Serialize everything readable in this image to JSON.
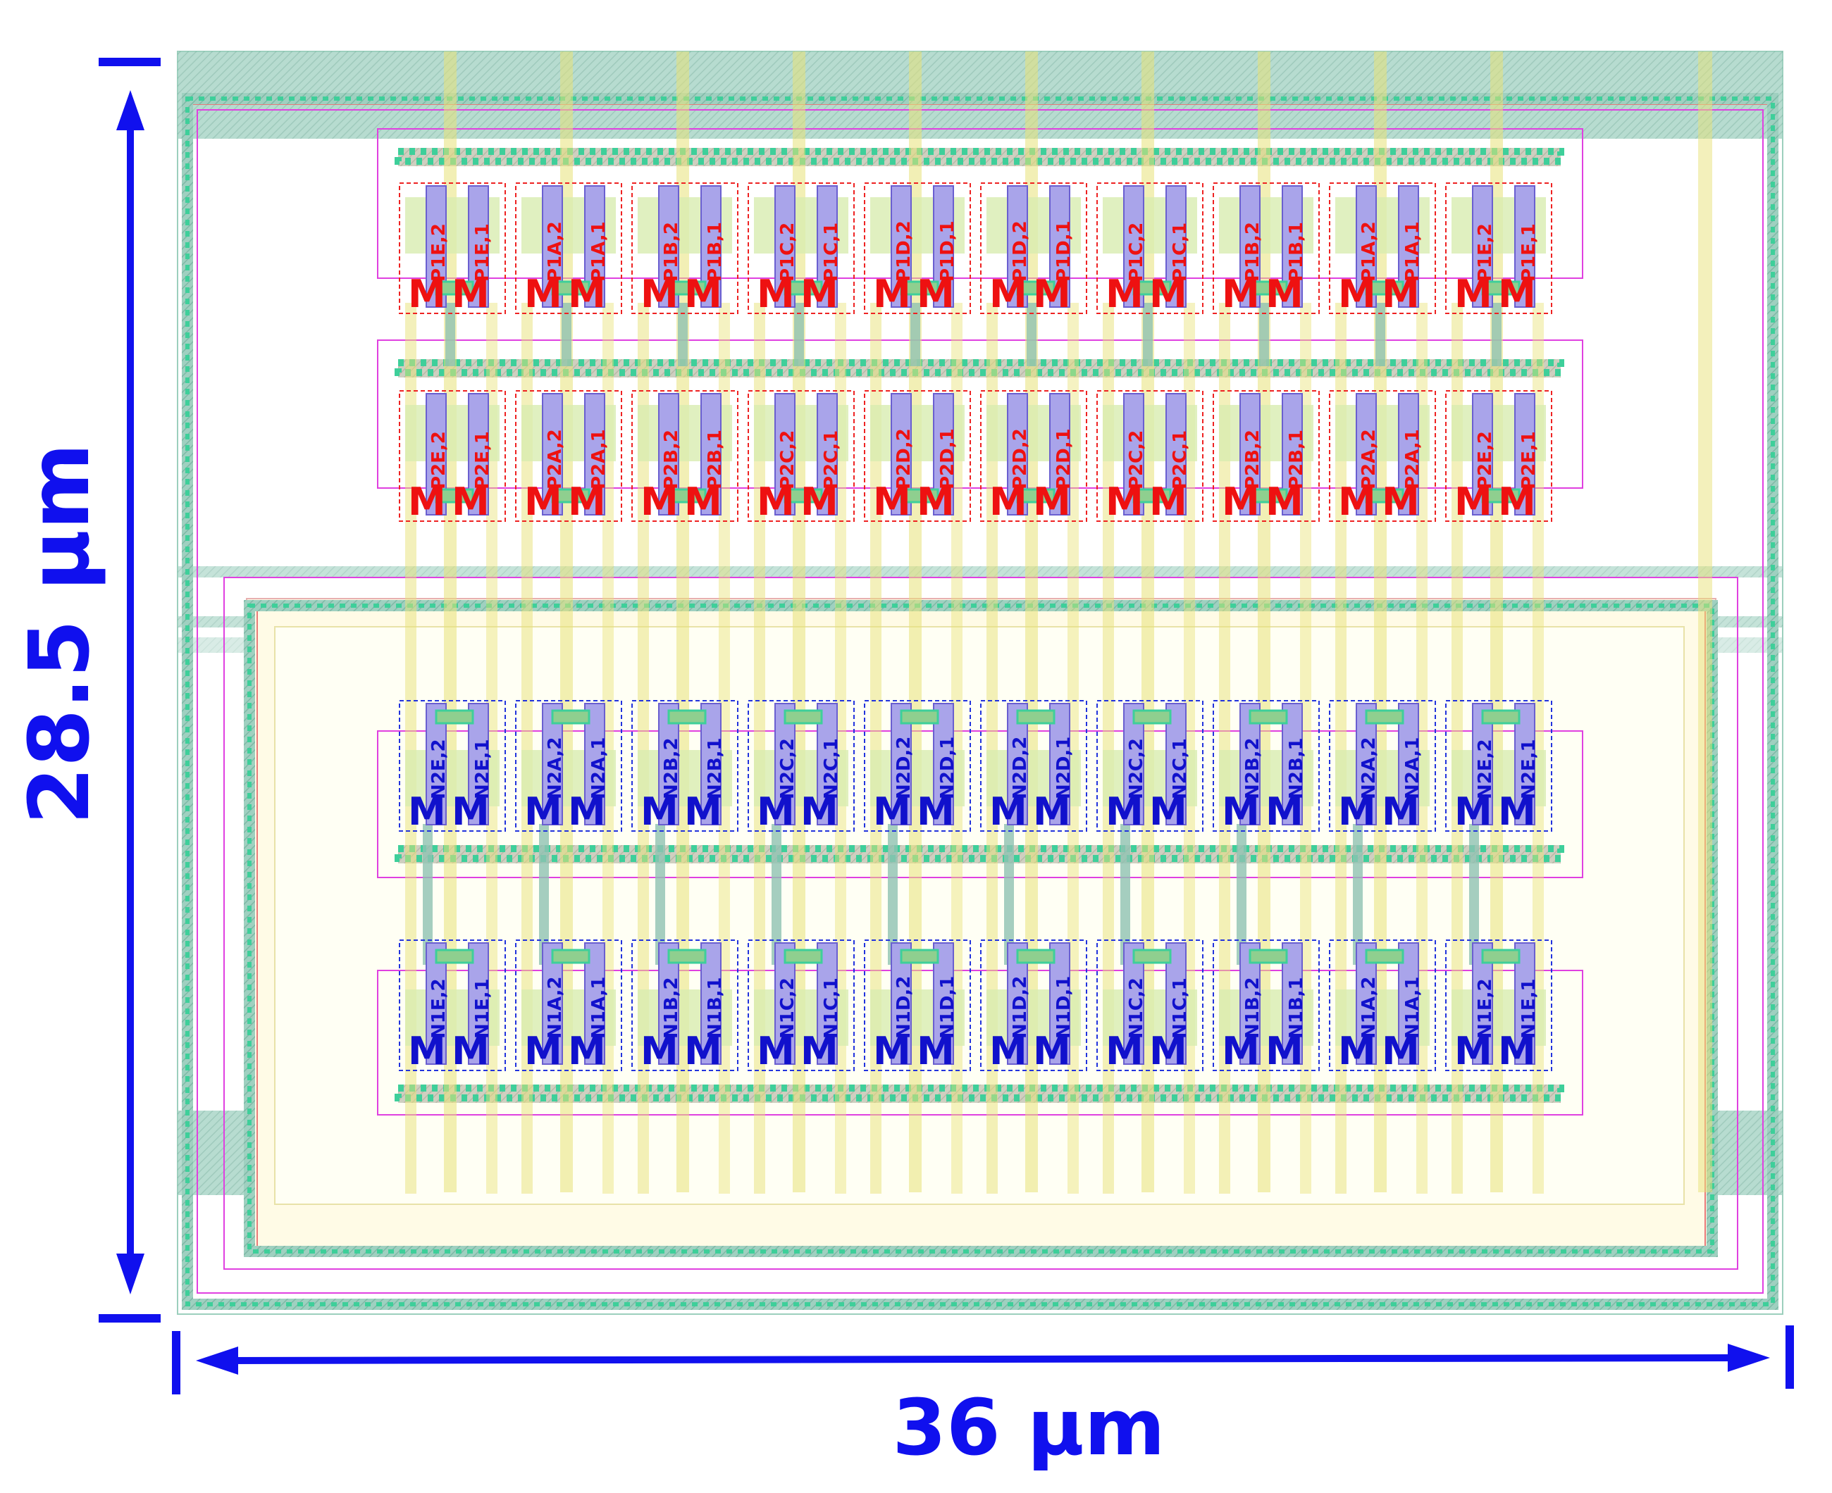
{
  "dimensions": {
    "width_label": "36 µm",
    "height_label": "28.5 µm"
  },
  "colors": {
    "dimension": "#1010ee",
    "pmos_label": "#ee1111",
    "nmos_label": "#1111cc",
    "guard_ring": "#7fbfa8",
    "contact": "#3ecf9a",
    "metal_vertical": "#e8e278",
    "poly_fill": "#a9a4ea",
    "nwell_outline": "#e040e0",
    "rail_fill": "#8fc2b2",
    "nwell_fill": "#fffce8"
  },
  "device_prefix": "M",
  "rows": [
    {
      "id": "p1",
      "type": "pmos",
      "devices": [
        {
          "left": "P1E,2",
          "right": "P1E,1"
        },
        {
          "left": "P1A,2",
          "right": "P1A,1"
        },
        {
          "left": "P1B,2",
          "right": "P1B,1"
        },
        {
          "left": "P1C,2",
          "right": "P1C,1"
        },
        {
          "left": "P1D,2",
          "right": "P1D,1"
        },
        {
          "left": "P1D,2",
          "right": "P1D,1"
        },
        {
          "left": "P1C,2",
          "right": "P1C,1"
        },
        {
          "left": "P1B,2",
          "right": "P1B,1"
        },
        {
          "left": "P1A,2",
          "right": "P1A,1"
        },
        {
          "left": "P1E,2",
          "right": "P1E,1"
        }
      ]
    },
    {
      "id": "p2",
      "type": "pmos",
      "devices": [
        {
          "left": "P2E,2",
          "right": "P2E,1"
        },
        {
          "left": "P2A,2",
          "right": "P2A,1"
        },
        {
          "left": "P2B,2",
          "right": "P2B,1"
        },
        {
          "left": "P2C,2",
          "right": "P2C,1"
        },
        {
          "left": "P2D,2",
          "right": "P2D,1"
        },
        {
          "left": "P2D,2",
          "right": "P2D,1"
        },
        {
          "left": "P2C,2",
          "right": "P2C,1"
        },
        {
          "left": "P2B,2",
          "right": "P2B,1"
        },
        {
          "left": "P2A,2",
          "right": "P2A,1"
        },
        {
          "left": "P2E,2",
          "right": "P2E,1"
        }
      ]
    },
    {
      "id": "n2",
      "type": "nmos",
      "devices": [
        {
          "left": "N2E,2",
          "right": "N2E,1"
        },
        {
          "left": "N2A,2",
          "right": "N2A,1"
        },
        {
          "left": "N2B,2",
          "right": "N2B,1"
        },
        {
          "left": "N2C,2",
          "right": "N2C,1"
        },
        {
          "left": "N2D,2",
          "right": "N2D,1"
        },
        {
          "left": "N2D,2",
          "right": "N2D,1"
        },
        {
          "left": "N2C,2",
          "right": "N2C,1"
        },
        {
          "left": "N2B,2",
          "right": "N2B,1"
        },
        {
          "left": "N2A,2",
          "right": "N2A,1"
        },
        {
          "left": "N2E,2",
          "right": "N2E,1"
        }
      ]
    },
    {
      "id": "n1",
      "type": "nmos",
      "devices": [
        {
          "left": "N1E,2",
          "right": "N1E,1"
        },
        {
          "left": "N1A,2",
          "right": "N1A,1"
        },
        {
          "left": "N1B,2",
          "right": "N1B,1"
        },
        {
          "left": "N1C,2",
          "right": "N1C,1"
        },
        {
          "left": "N1D,2",
          "right": "N1D,1"
        },
        {
          "left": "N1D,2",
          "right": "N1D,1"
        },
        {
          "left": "N1C,2",
          "right": "N1C,1"
        },
        {
          "left": "N1B,2",
          "right": "N1B,1"
        },
        {
          "left": "N1A,2",
          "right": "N1A,1"
        },
        {
          "left": "N1E,2",
          "right": "N1E,1"
        }
      ]
    }
  ]
}
